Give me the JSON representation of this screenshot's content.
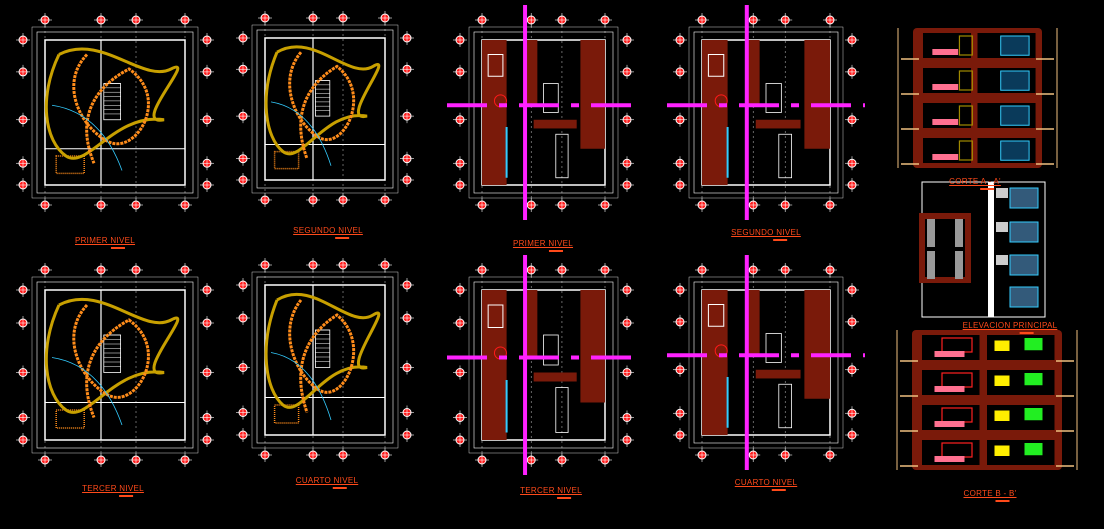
{
  "drawing_labels": {
    "arch_primer_nivel": "PRIMER NIVEL",
    "arch_segundo_nivel": "SEGUNDO NIVEL",
    "arch_tercer_nivel": "TERCER NIVEL",
    "arch_cuarto_nivel": "CUARTO NIVEL",
    "str_primer_nivel": "PRIMER NIVEL",
    "str_segundo_nivel": "SEGUNDO NIVEL",
    "str_tercer_nivel": "TERCER NIVEL",
    "str_cuarto_nivel": "CUARTO NIVEL",
    "corte_a": "CORTE A - A'",
    "elevacion": "ELEVACION PRINCIPAL",
    "corte_b": "CORTE B - B'"
  },
  "colors": {
    "background": "#000000",
    "lines": "#ffffff",
    "axis_bubble": "#ff1a1a",
    "curves": "#ff8c1a",
    "curves_alt": "#c8a000",
    "walls": "#7a1a0a",
    "section_marker": "#ff22ff",
    "labels": "#ff4a1a",
    "glass": "#33ccff"
  }
}
